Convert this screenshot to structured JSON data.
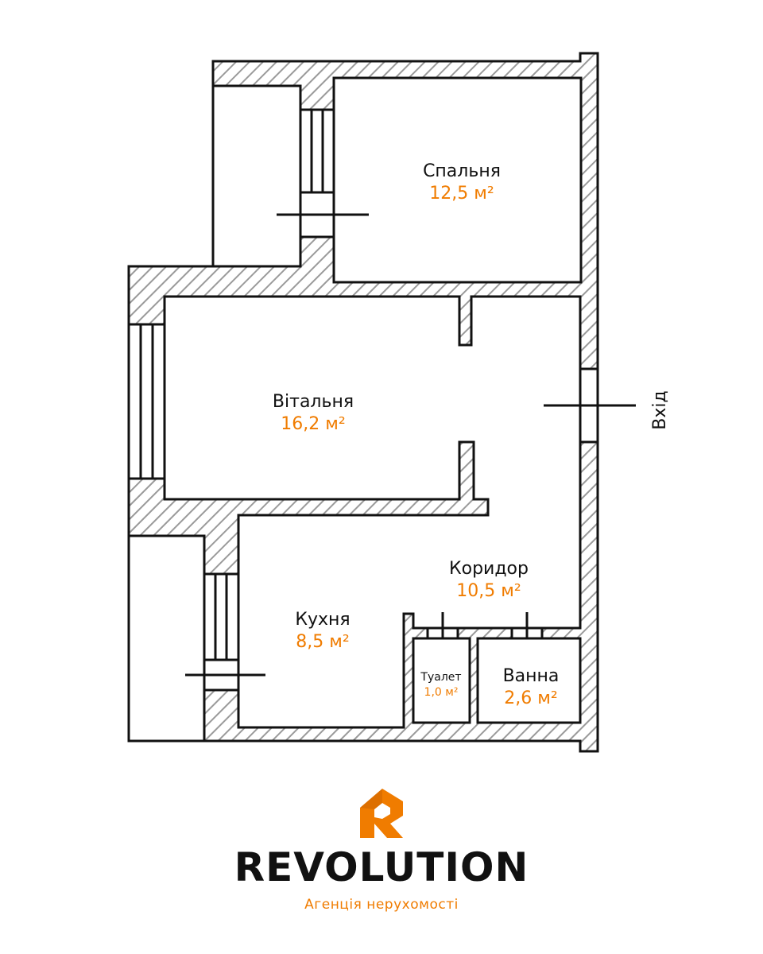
{
  "colors": {
    "accent": "#F07C00",
    "wall_stroke": "#111111",
    "hatch": "#9a9a9a"
  },
  "rooms": {
    "bedroom": {
      "name": "Спальня",
      "area": "12,5 м²"
    },
    "living": {
      "name": "Вітальня",
      "area": "16,2 м²"
    },
    "corridor": {
      "name": "Коридор",
      "area": "10,5 м²"
    },
    "kitchen": {
      "name": "Кухня",
      "area": "8,5 м²"
    },
    "toilet": {
      "name": "Туалет",
      "area": "1,0 м²"
    },
    "bath": {
      "name": "Ванна",
      "area": "2,6 м²"
    }
  },
  "entrance_label": "Вхід",
  "logo": {
    "icon": "revolution-logo-icon",
    "brand": "REVOLUTION",
    "tagline": "Агенція нерухомості"
  }
}
